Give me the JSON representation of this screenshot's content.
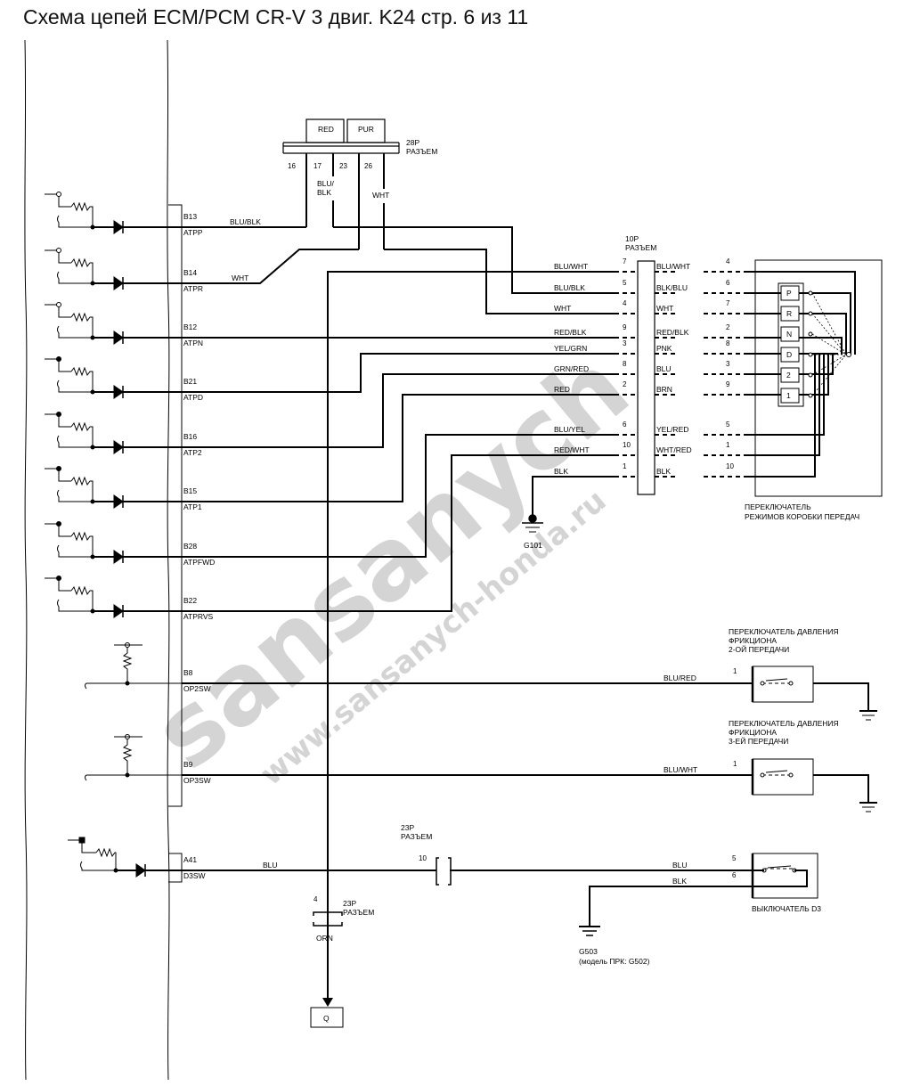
{
  "title": "Схема цепей ECM/PCM CR-V 3 двиг. K24 стр. 6 из 11",
  "watermark": {
    "big": "sansanych",
    "url": "www.sansanych-honda.ru"
  },
  "ecm_terminals": [
    {
      "pin": "B13",
      "name": "ATPP"
    },
    {
      "pin": "B14",
      "name": "ATPR"
    },
    {
      "pin": "B12",
      "name": "ATPN"
    },
    {
      "pin": "B21",
      "name": "ATPD"
    },
    {
      "pin": "B16",
      "name": "ATP2"
    },
    {
      "pin": "B15",
      "name": "ATP1"
    },
    {
      "pin": "B28",
      "name": "ATPFWD"
    },
    {
      "pin": "B22",
      "name": "ATPRVS"
    },
    {
      "pin": "B8",
      "name": "OP2SW"
    },
    {
      "pin": "B9",
      "name": "OP3SW"
    },
    {
      "pin": "A41",
      "name": "D3SW"
    }
  ],
  "connector_28p": {
    "label": "28P\nРАЗЪЕМ",
    "label_l1": "28P",
    "label_l2": "РАЗЪЕМ",
    "pins": [
      "16",
      "17",
      "23",
      "26"
    ],
    "top_wires": [
      "RED",
      "PUR"
    ],
    "wire_blu_blk_l1": "BLU/",
    "wire_blu_blk_l2": "BLK",
    "wire_wht": "WHT"
  },
  "ecm_wire_labels": {
    "b13": "BLU/BLK",
    "b14": "WHT",
    "a41": "BLU"
  },
  "connector_10p": {
    "label_l1": "10P",
    "label_l2": "РАЗЪЕМ",
    "rows": [
      {
        "left_wire": "BLU/WHT",
        "pin_l": "7",
        "right_wire": "BLU/WHT",
        "pin_r": "4"
      },
      {
        "left_wire": "BLU/BLK",
        "pin_l": "5",
        "right_wire": "BLK/BLU",
        "pin_r": "6"
      },
      {
        "left_wire": "WHT",
        "pin_l": "4",
        "right_wire": "WHT",
        "pin_r": "7"
      },
      {
        "left_wire": "RED/BLK",
        "pin_l": "9",
        "right_wire": "RED/BLK",
        "pin_r": "2"
      },
      {
        "left_wire": "YEL/GRN",
        "pin_l": "3",
        "right_wire": "PNK",
        "pin_r": "8"
      },
      {
        "left_wire": "GRN/RED",
        "pin_l": "8",
        "right_wire": "BLU",
        "pin_r": "3"
      },
      {
        "left_wire": "RED",
        "pin_l": "2",
        "right_wire": "BRN",
        "pin_r": "9"
      },
      {
        "left_wire": "BLU/YEL",
        "pin_l": "6",
        "right_wire": "YEL/RED",
        "pin_r": "5"
      },
      {
        "left_wire": "RED/WHT",
        "pin_l": "10",
        "right_wire": "WHT/RED",
        "pin_r": "1"
      },
      {
        "left_wire": "BLK",
        "pin_l": "1",
        "right_wire": "BLK",
        "pin_r": "10"
      }
    ]
  },
  "ground_g101": "G101",
  "mode_switch": {
    "positions": [
      "P",
      "R",
      "N",
      "D",
      "2",
      "1"
    ],
    "label_l1": "ПЕРЕКЛЮЧАТЕЛЬ",
    "label_l2": "РЕЖИМОВ КОРОБКИ ПЕРЕДАЧ"
  },
  "pressure_sw_2": {
    "label_l1": "ПЕРЕКЛЮЧАТЕЛЬ ДАВЛЕНИЯ",
    "label_l2": "ФРИКЦИОНА",
    "label_l3": "2-ОЙ ПЕРЕДАЧИ",
    "wire": "BLU/RED",
    "pin": "1"
  },
  "pressure_sw_3": {
    "label_l1": "ПЕРЕКЛЮЧАТЕЛЬ ДАВЛЕНИЯ",
    "label_l2": "ФРИКЦИОНА",
    "label_l3": "3-ЕЙ ПЕРЕДАЧИ",
    "wire": "BLU/WHT",
    "pin": "1"
  },
  "connector_23p_a": {
    "label_l1": "23P",
    "label_l2": "РАЗЪЕМ",
    "pin": "10"
  },
  "d3_switch": {
    "label": "ВЫКЛЮЧАТЕЛЬ D3",
    "wire_blu": "BLU",
    "wire_blk": "BLK",
    "pin_blu": "5",
    "pin_blk": "6"
  },
  "ground_g503_l1": "G503",
  "ground_g503_l2": "(модель ПРК: G502)",
  "connector_23p_b": {
    "label_l1": "23P",
    "label_l2": "РАЗЪЕМ",
    "pin": "4",
    "wire": "ORN"
  },
  "terminal_q": "Q"
}
